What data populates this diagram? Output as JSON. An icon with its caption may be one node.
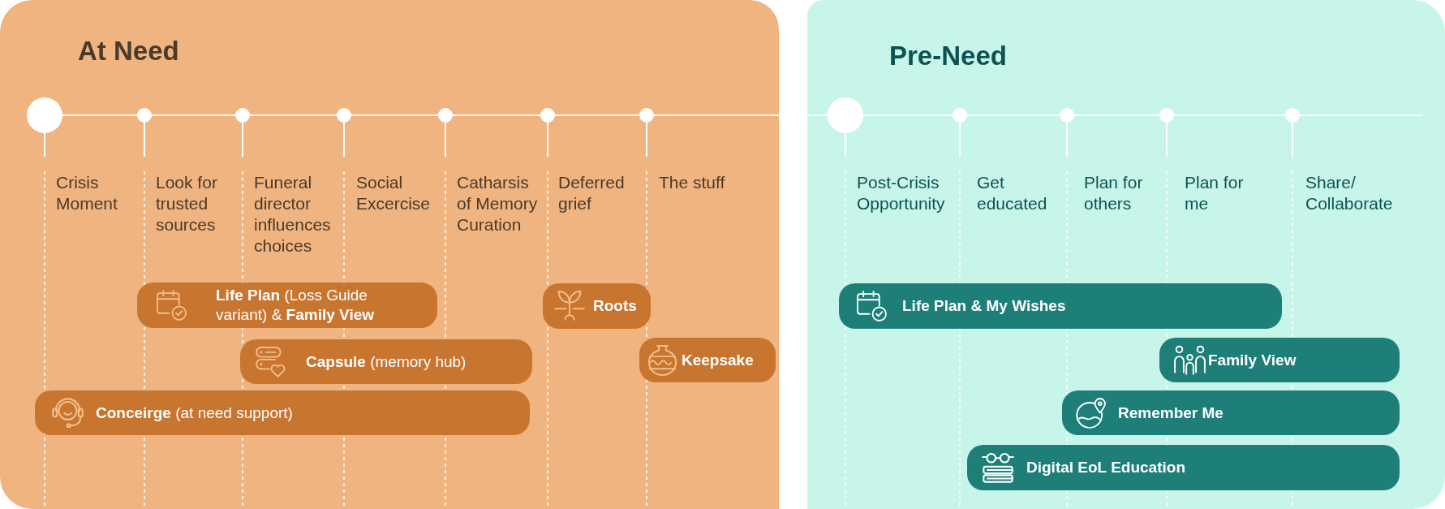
{
  "diagram": {
    "nodes": [
      {
        "text": [
          "At Need"
        ]
      },
      {
        "text": [
          "**Life Plan** (Loss Guide variant) & **Family View**"
        ],
        "in": 0
      },
      {
        "text": [
          "Roots"
        ],
        "in": 0
      },
      {
        "text": [
          "**Capsule** (memory hub)"
        ],
        "in": 0
      },
      {
        "text": [
          "Keepsake"
        ],
        "in": 0
      },
      {
        "text": [
          "**Conceirge** (at need support)"
        ],
        "in": 0
      },
      {
        "text": [
          "Pre-Need"
        ]
      },
      {
        "text": [
          "Life Plan & My Wishes"
        ],
        "in": 6
      },
      {
        "text": [
          "Family View"
        ],
        "in": 6
      },
      {
        "text": [
          "Remember Me"
        ],
        "in": 6
      },
      {
        "text": [
          "Digital EoL Education"
        ],
        "in": 6
      }
    ],
    "labels": [
      "Crisis Moment",
      "Look for trusted sources",
      "Funeral director influences choices",
      "Social Excercise",
      "Catharsis of Memory Curation",
      "Deferred grief",
      "The stuff",
      "Post-Crisis Opportunity",
      "Get educated",
      "Plan for others",
      "Plan for me",
      "Share/ Collaborate"
    ]
  }
}
